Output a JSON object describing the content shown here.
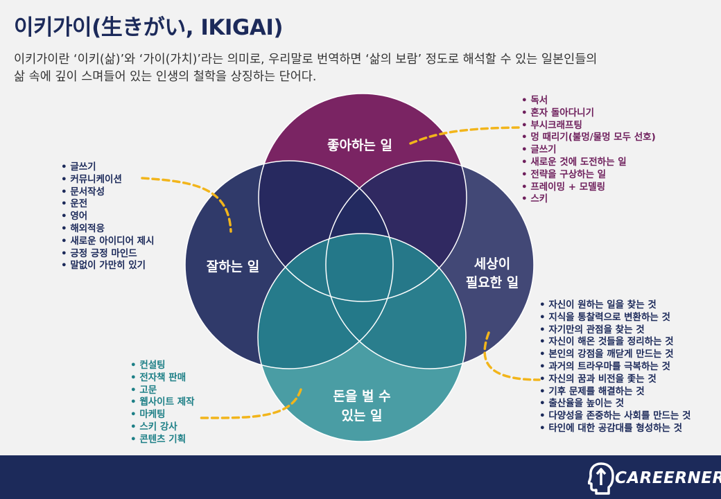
{
  "title": "이키가이(生きがい, IKIGAI)",
  "subtitle_lines": [
    "이키가이란 ‘이키(삶)’와 ‘가이(가치)’라는 의미로, 우리말로 번역하면 ‘삶의 보람’ 정도로 해석할 수 있는 일본인들의",
    "삶 속에 깊이 스며들어 있는 인생의 철학을 상징하는 단어다."
  ],
  "circles": {
    "love": {
      "label_lines": [
        "좋아하는 일"
      ],
      "color": "#7a2463"
    },
    "good": {
      "label_lines": [
        "잘하는 일"
      ],
      "color": "#1f2a5e"
    },
    "need": {
      "label_lines": [
        "세상이",
        "필요한 일"
      ],
      "color": "#232a60"
    },
    "paid": {
      "label_lines": [
        "돈을 벌 수",
        "있는 일"
      ],
      "color": "#248a93"
    }
  },
  "lists": {
    "love": [
      "독서",
      "혼자 돌아다니기",
      "부시크래프팅",
      "멍 때리기(불멍/물멍 모두 선호)",
      "글쓰기",
      "새로운 것에 도전하는 일",
      "전략을 구상하는 일",
      "프레이밍 + 모델링",
      "스키"
    ],
    "good": [
      "글쓰기",
      "커뮤니케이션",
      "문서작성",
      "운전",
      "영어",
      "해외적응",
      "새로운 아이디어 제시",
      "긍정 긍정 마인드",
      "말없이 가만히 있기"
    ],
    "need": [
      "자신이 원하는 일을 찾는 것",
      "지식을 통찰력으로 변환하는 것",
      "자기만의 관점을 찾는 것",
      "자신이 해온 것들을 정리하는 것",
      "본인의 강점을 깨닫게 만드는 것",
      "과거의 트라우마를 극복하는 것",
      "자신의 꿈과 비전을 좇는 것",
      "기후 문제를 해결하는 것",
      "출산율을 높이는 것",
      "다양성을 존중하는 사회를 만드는 것",
      "타인에 대한 공감대를 형성하는 것"
    ],
    "paid": [
      "컨설팅",
      "전자책 판매",
      "고문",
      "웹사이트 제작",
      "마케팅",
      "스키 강사",
      "콘텐츠 기획"
    ]
  },
  "connector_color": "#f2b51b",
  "brand": {
    "name": "CAREERNERS",
    "footer_color": "#1c2a5a"
  }
}
